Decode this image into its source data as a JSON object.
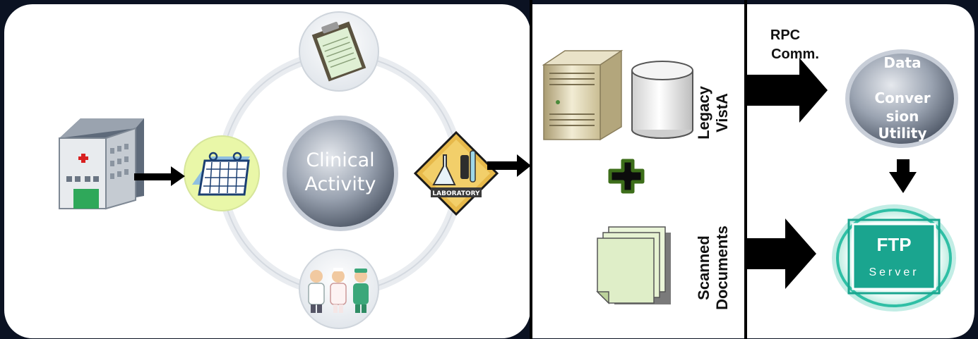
{
  "center": {
    "line1": "Clinical",
    "line2": "Activity"
  },
  "laboratory_badge": "LABORATORY",
  "legacy": {
    "line1": "Legacy",
    "line2": "VistA"
  },
  "scanned": {
    "line1": "Scanned",
    "line2": "Documents"
  },
  "rpc": {
    "line1": "RPC",
    "line2": "Comm."
  },
  "conversion": {
    "line1": "Data",
    "line2": "Conver",
    "line3": "sion",
    "line4": "Utility"
  },
  "ftp": {
    "title": "FTP",
    "subtitle": "Server"
  },
  "colors": {
    "background": "#0b1222",
    "panel": "#ffffff",
    "divider": "#000000",
    "arrow": "#000000",
    "ftp_teal": "#1aa58f",
    "plus_green": "#3d6e1a"
  }
}
